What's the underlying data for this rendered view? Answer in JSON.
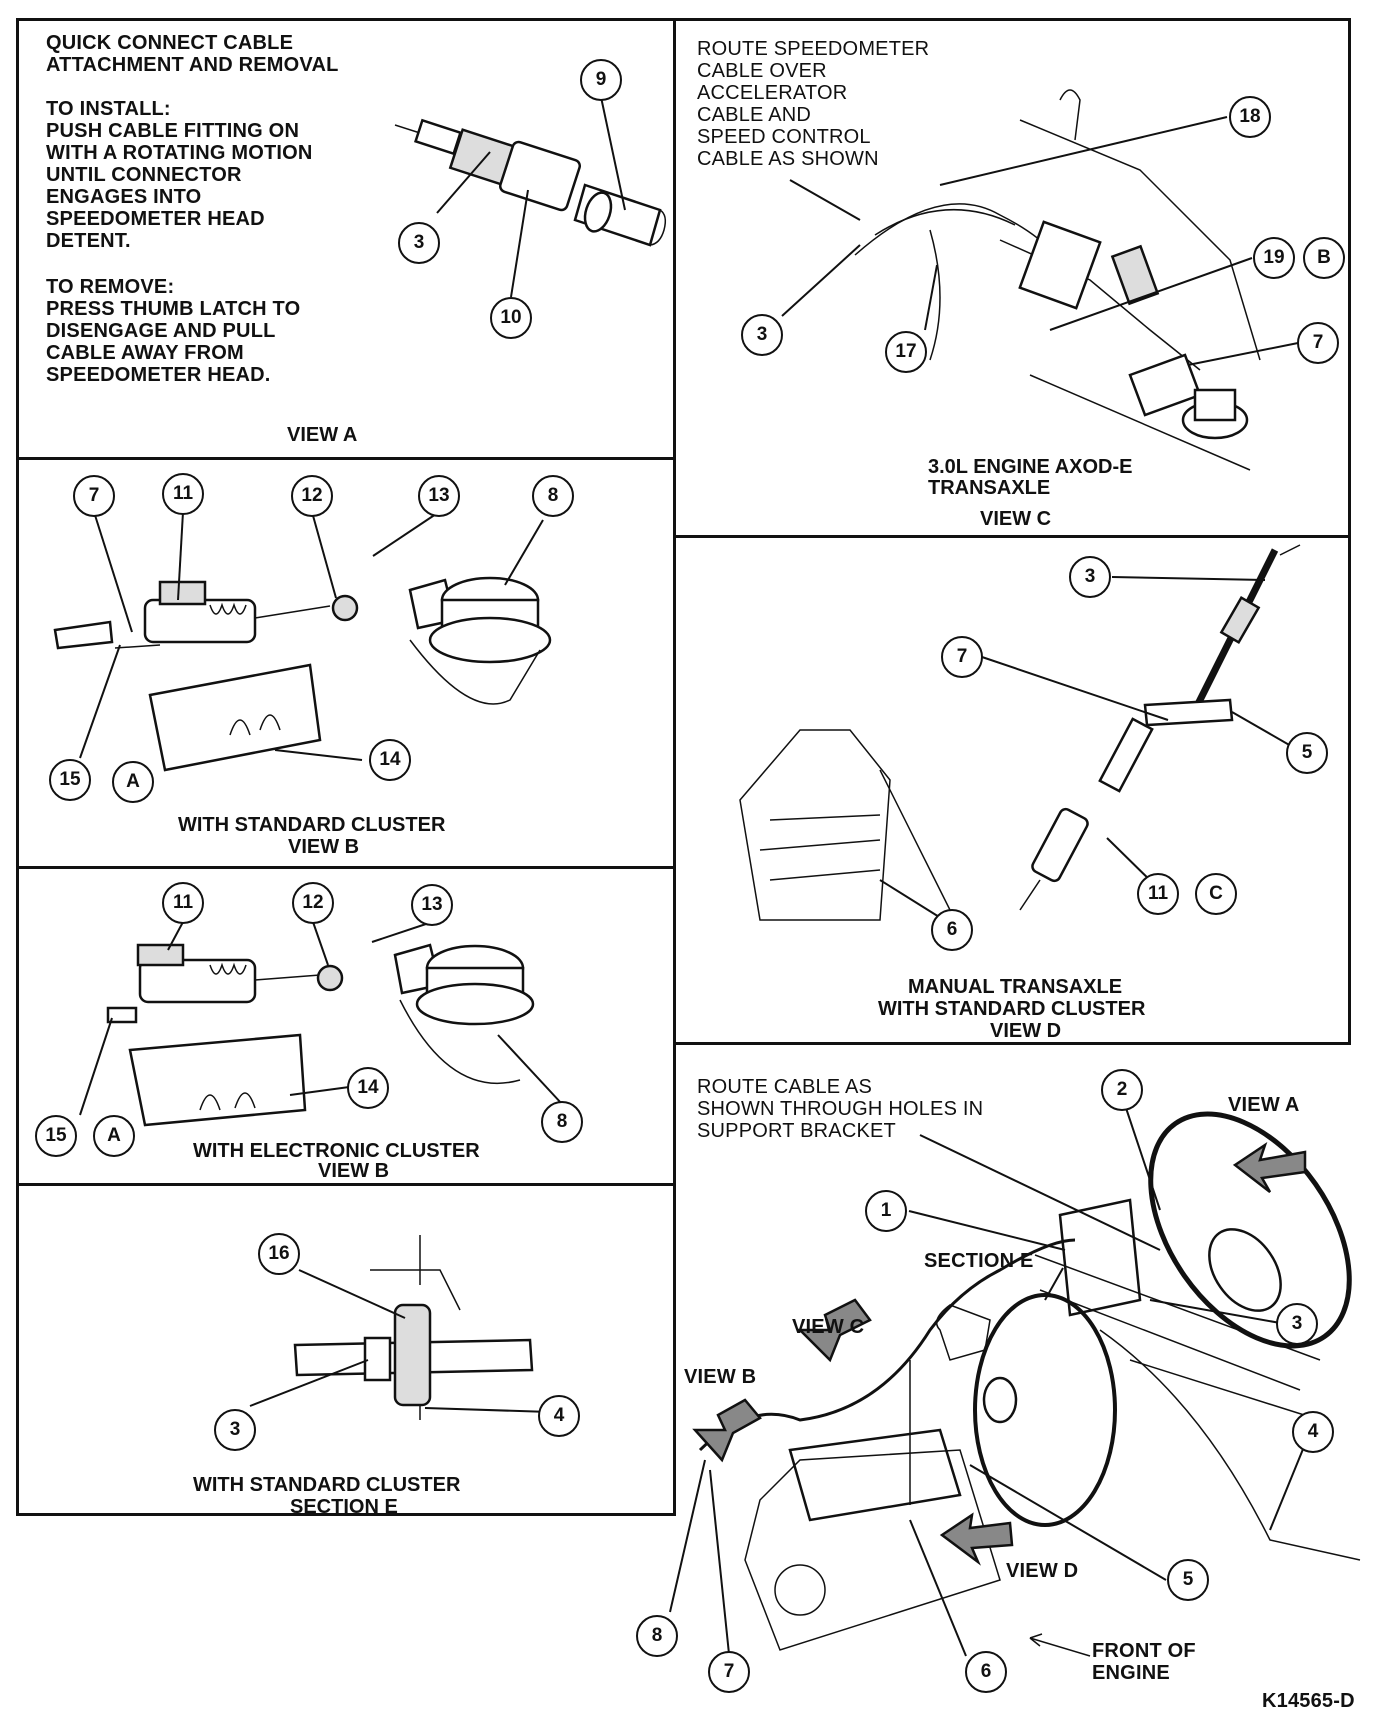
{
  "panels": {
    "view_a": {
      "heading": [
        "QUICK CONNECT CABLE",
        "ATTACHMENT AND REMOVAL"
      ],
      "install": [
        "TO INSTALL:",
        "PUSH CABLE FITTING ON",
        "WITH A ROTATING MOTION",
        "UNTIL CONNECTOR",
        "ENGAGES INTO",
        "SPEEDOMETER HEAD",
        "DETENT."
      ],
      "remove": [
        "TO REMOVE:",
        "PRESS THUMB LATCH TO",
        "DISENGAGE AND PULL",
        "CABLE AWAY FROM",
        "SPEEDOMETER HEAD."
      ],
      "caption": "VIEW A",
      "callouts": [
        "9",
        "3",
        "10"
      ]
    },
    "view_b_standard": {
      "caption": [
        "WITH STANDARD CLUSTER",
        "VIEW B"
      ],
      "callouts": [
        "7",
        "11",
        "12",
        "13",
        "8",
        "15",
        "A",
        "14"
      ]
    },
    "view_b_electronic": {
      "caption": [
        "WITH ELECTRONIC CLUSTER",
        "VIEW B"
      ],
      "callouts": [
        "11",
        "12",
        "13",
        "15",
        "A",
        "14",
        "8"
      ]
    },
    "section_e": {
      "caption": [
        "WITH STANDARD CLUSTER",
        "SECTION E"
      ],
      "callouts": [
        "16",
        "3",
        "4"
      ]
    },
    "view_c": {
      "note": [
        "ROUTE SPEEDOMETER",
        "CABLE OVER",
        "ACCELERATOR",
        "CABLE AND",
        "SPEED CONTROL",
        "CABLE AS SHOWN"
      ],
      "caption": [
        "3.0L ENGINE AXOD-E",
        "TRANSAXLE",
        "VIEW C"
      ],
      "callouts": [
        "18",
        "19",
        "B",
        "3",
        "17",
        "7"
      ]
    },
    "view_d": {
      "caption": [
        "MANUAL TRANSAXLE",
        "WITH STANDARD CLUSTER",
        "VIEW D"
      ],
      "callouts": [
        "3",
        "7",
        "5",
        "11",
        "C",
        "6"
      ]
    },
    "overview": {
      "note": [
        "ROUTE CABLE AS",
        "SHOWN THROUGH HOLES IN",
        "SUPPORT BRACKET"
      ],
      "labels": {
        "view_a": "VIEW A",
        "section_e": "SECTION E",
        "view_c": "VIEW C",
        "view_b": "VIEW B",
        "view_d": "VIEW D",
        "front": [
          "FRONT OF",
          "ENGINE"
        ]
      },
      "callouts": [
        "2",
        "1",
        "3",
        "4",
        "5",
        "8",
        "7",
        "6"
      ]
    }
  },
  "figure_id": "K14565-D"
}
